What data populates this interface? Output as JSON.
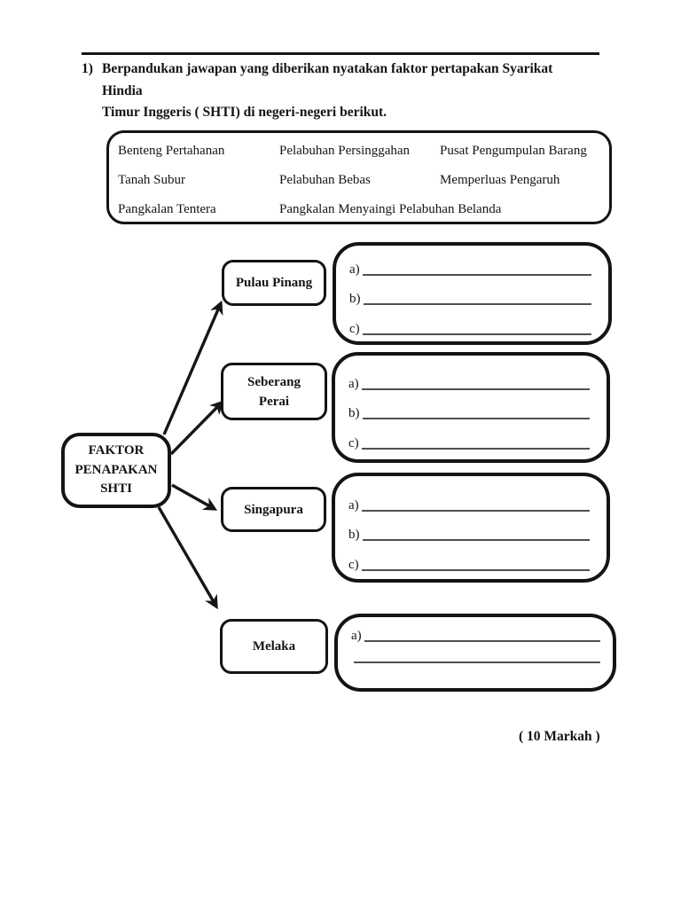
{
  "colors": {
    "ink": "#141414",
    "answer_line": "#4f4f4f",
    "background": "#ffffff"
  },
  "question": {
    "number": "1)",
    "line1": "Berpandukan jawapan yang diberikan nyatakan faktor pertapakan Syarikat Hindia",
    "line2": "Timur Inggeris ( SHTI) di negeri-negeri berikut."
  },
  "word_bank": {
    "rows": [
      [
        "Benteng Pertahanan",
        "Pelabuhan Persinggahan",
        "Pusat Pengumpulan Barang"
      ],
      [
        "Tanah Subur",
        "Pelabuhan Bebas",
        "Memperluas Pengaruh"
      ],
      [
        "Pangkalan Tentera",
        "Pangkalan Menyaingi Pelabuhan Belanda"
      ]
    ]
  },
  "diagram": {
    "root": {
      "lines": [
        "FAKTOR",
        "PENAPAKAN",
        "SHTI"
      ]
    },
    "nodes": [
      {
        "label": "Pulau Pinang",
        "answers": [
          "a)",
          "b)",
          "c)"
        ]
      },
      {
        "label_lines": [
          "Seberang",
          "Perai"
        ],
        "answers": [
          "a)",
          "b)",
          "c)"
        ]
      },
      {
        "label": "Singapura",
        "answers": [
          "a)",
          "b)",
          "c)"
        ]
      },
      {
        "label": "Melaka",
        "answers": [
          "a)",
          ""
        ]
      }
    ]
  },
  "marks": "( 10 Markah )"
}
